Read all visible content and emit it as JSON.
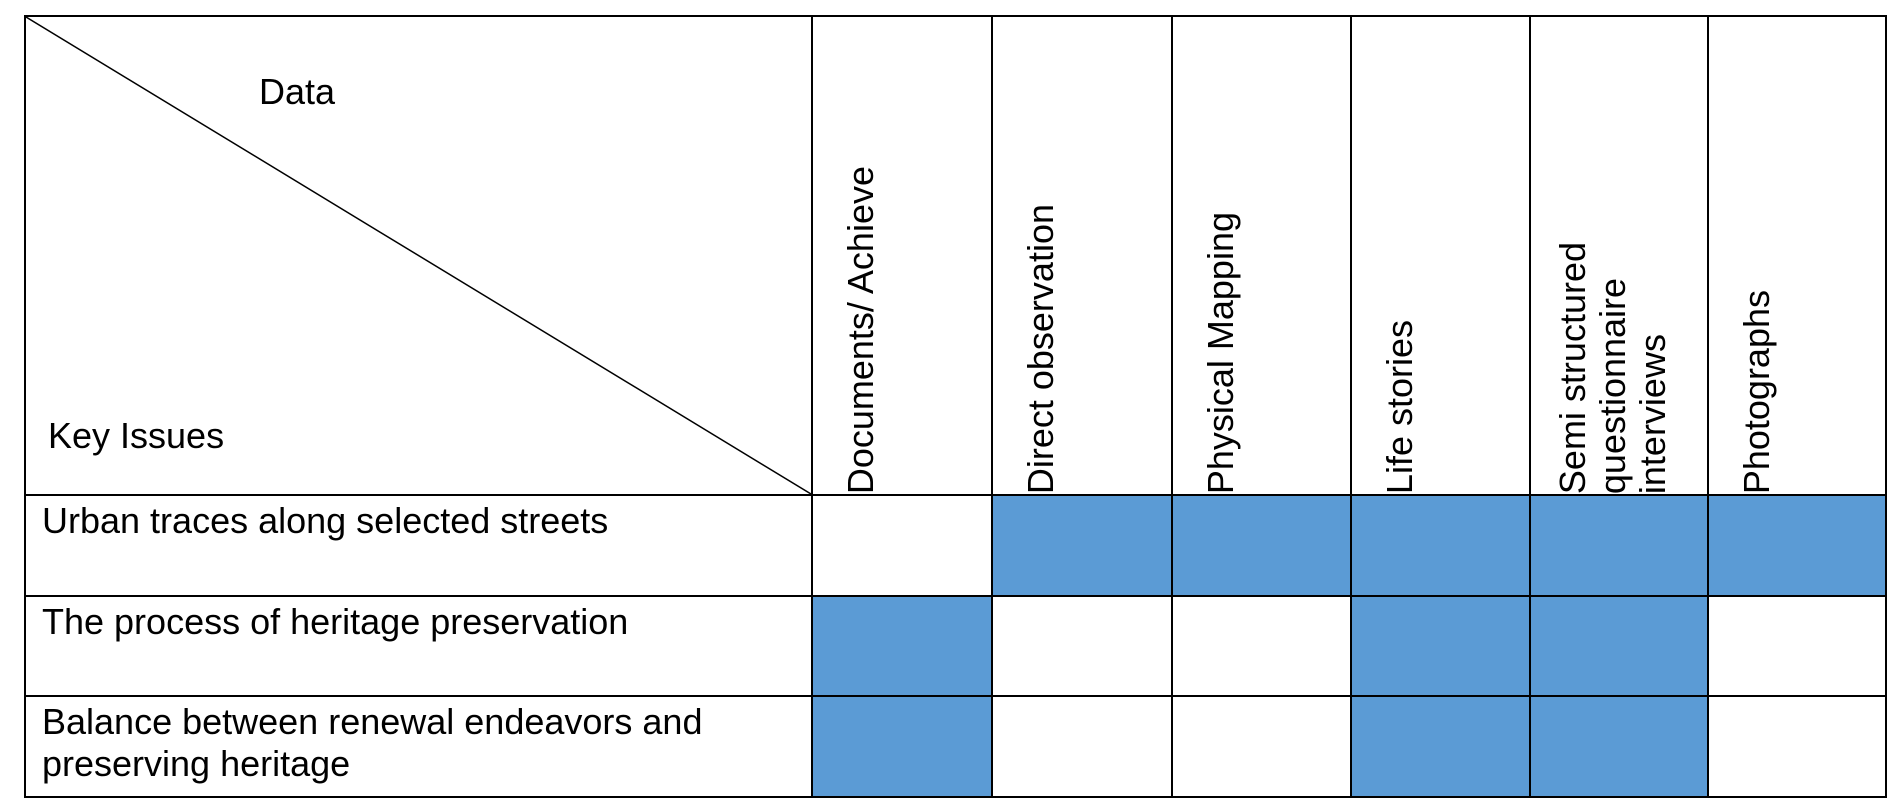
{
  "table": {
    "corner": {
      "top_right_label": "Data",
      "bottom_left_label": "Key Issues"
    },
    "columns": [
      "Documents/ Achieve",
      "Direct observation",
      "Physical Mapping",
      "Life stories",
      "Semi structured\nquestionnaire\ninterviews",
      "Photographs"
    ],
    "rows": [
      {
        "label": "Urban traces along selected streets",
        "marks": [
          false,
          true,
          true,
          true,
          true,
          true
        ]
      },
      {
        "label": "The process of heritage preservation",
        "marks": [
          true,
          false,
          false,
          true,
          true,
          false
        ]
      },
      {
        "label": "Balance between renewal endeavors and  preserving heritage",
        "marks": [
          true,
          false,
          false,
          true,
          true,
          false
        ]
      }
    ],
    "fill_color": "#5b9bd5"
  }
}
